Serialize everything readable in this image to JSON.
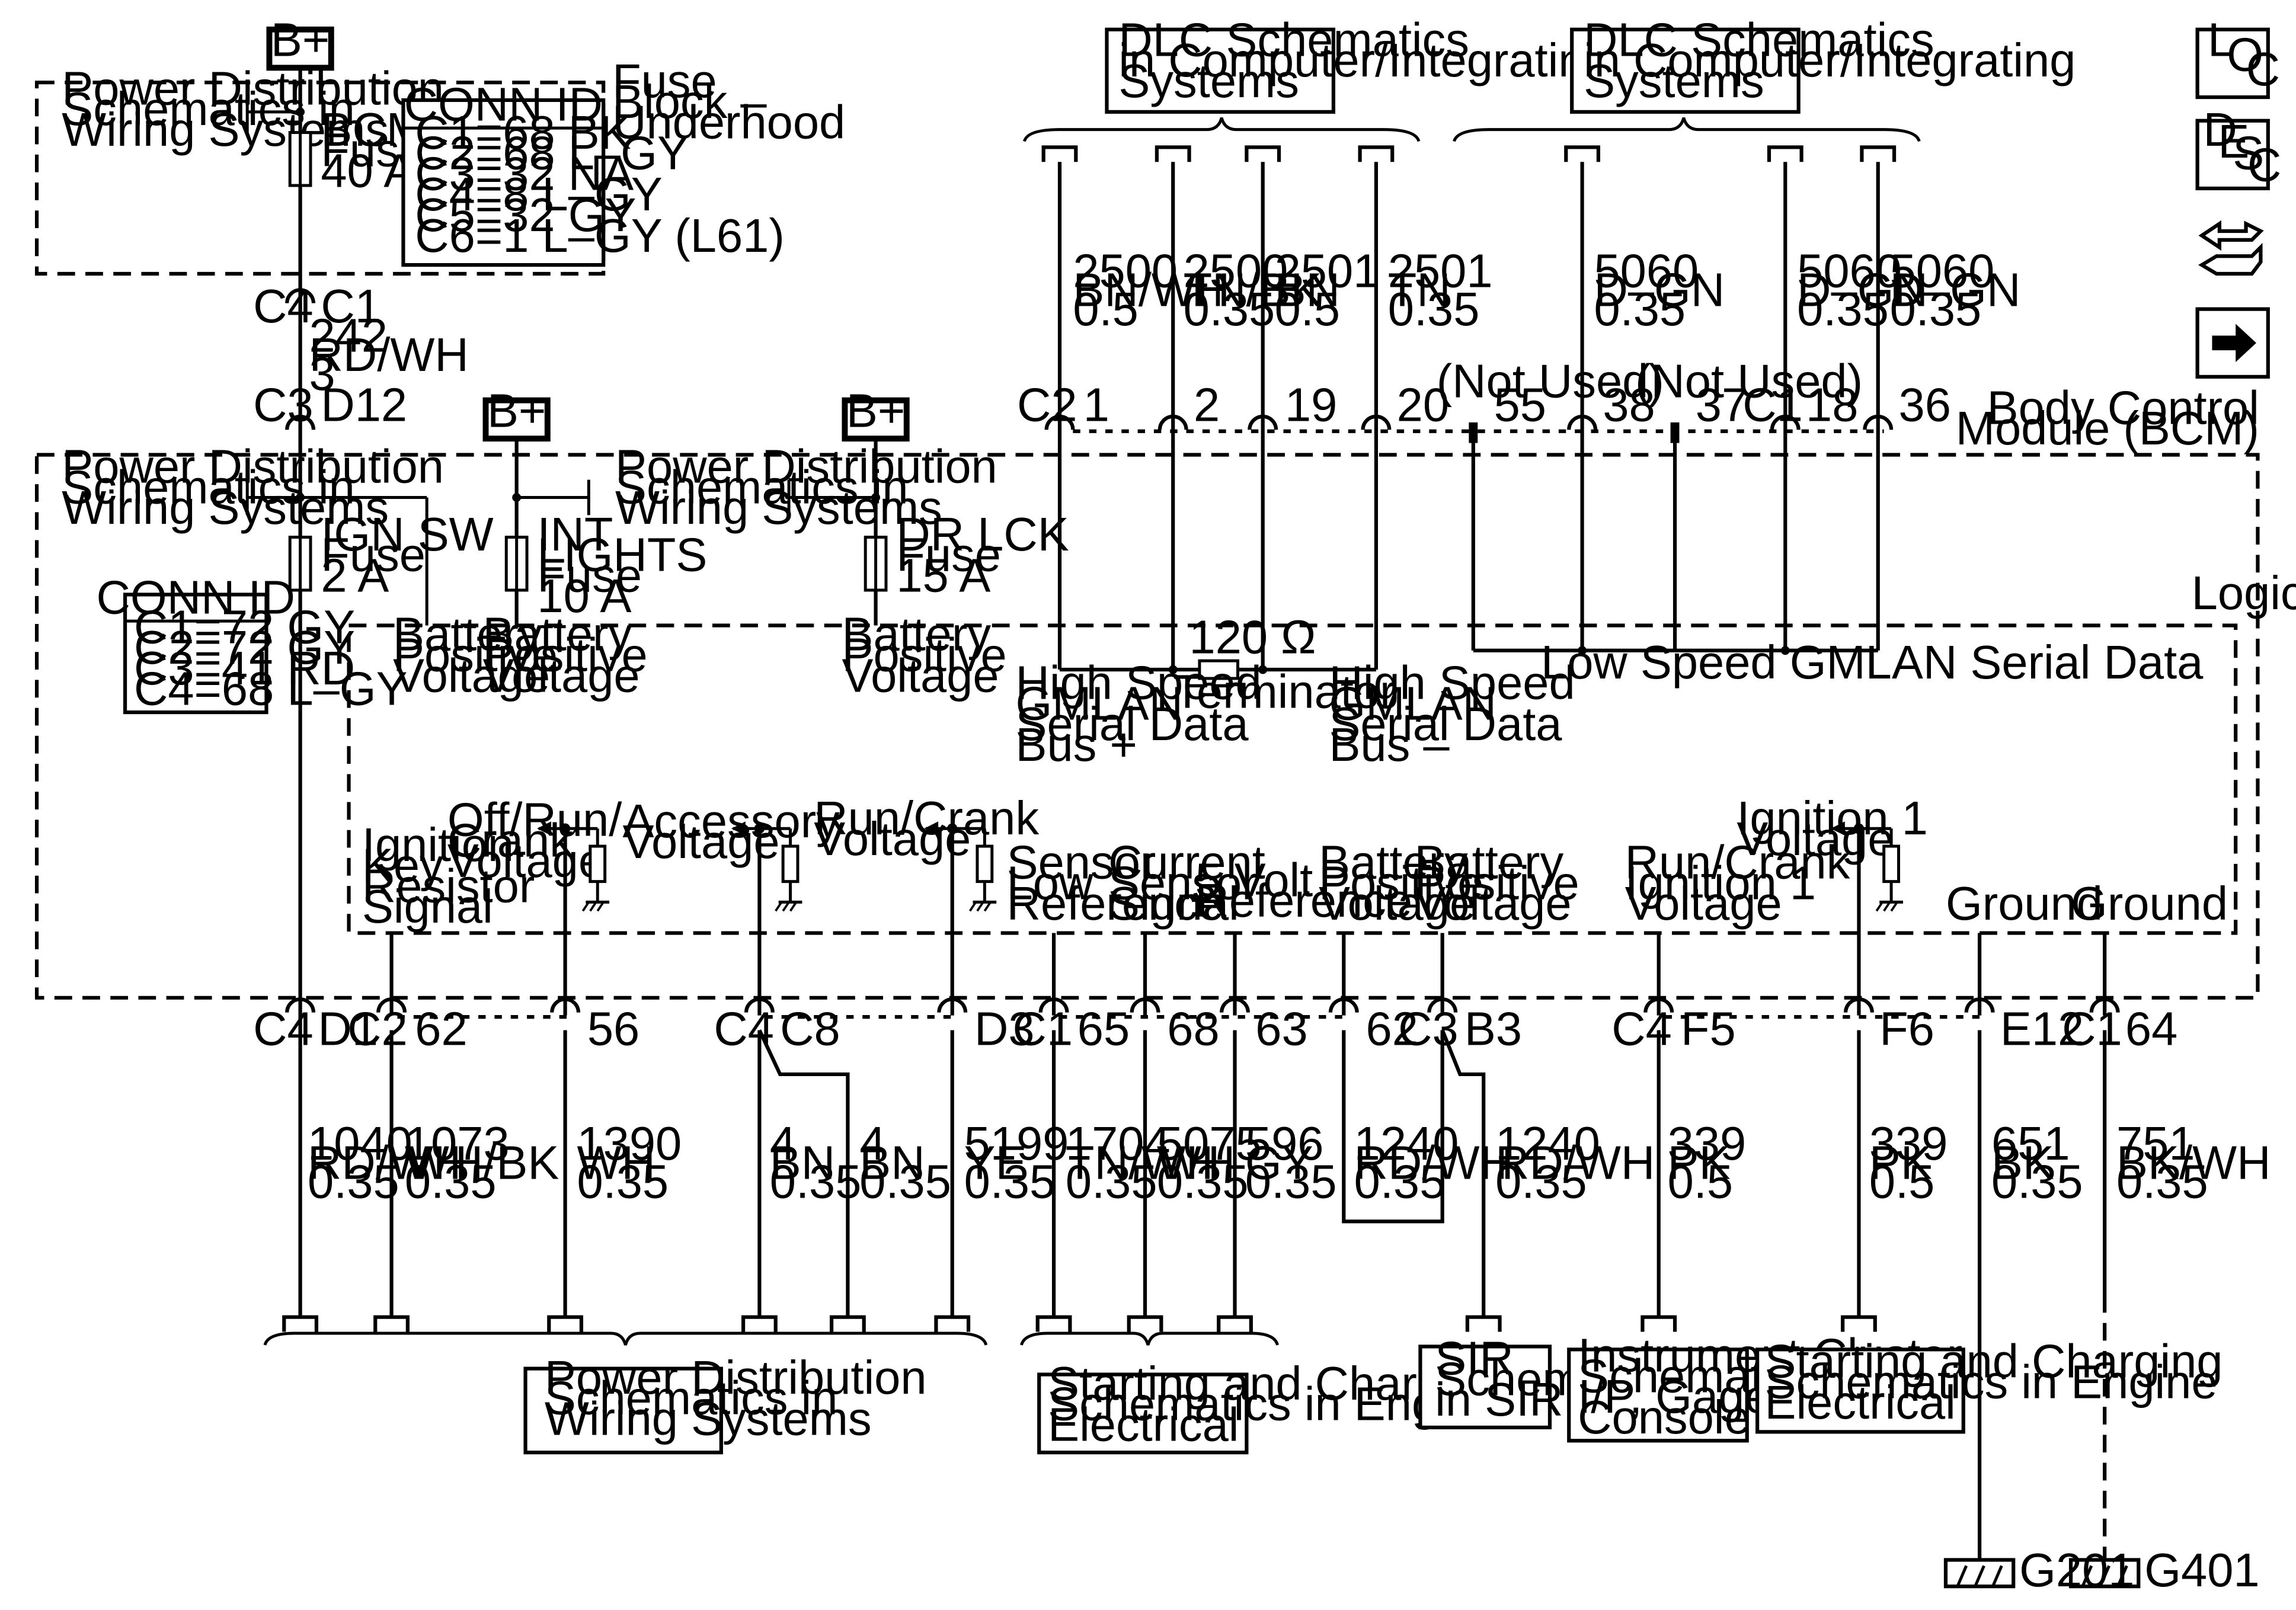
{
  "bplus": "B+",
  "top": {
    "pds": [
      "Power Distribution",
      "Schematics in",
      "Wiring Systems"
    ],
    "fuse_bcm2": [
      "BCM 2",
      "Fuse",
      "40 A"
    ],
    "fuse_block": [
      "Fuse",
      "Block –",
      "Underhood"
    ],
    "conn_title": "CONN ID",
    "conn_rows": [
      "C1=68 BK",
      "C2=68 L–GY",
      "C3=32 NA",
      "C4=8 L–GY",
      "C5=32 GY",
      "C6=1 L–GY (L61)"
    ],
    "c4": "C4",
    "c1": "C1",
    "wire_242": [
      "242",
      "RD/WH",
      "3"
    ],
    "c3": "C3",
    "d12": "D12"
  },
  "dlc": {
    "box_left": [
      "DLC Schematics",
      "in Computer/Integrating",
      "Systems"
    ],
    "box_right": [
      "DLC Schematics",
      "in Computer/Integrating",
      "Systems"
    ],
    "wires": [
      [
        "2500",
        "BN/WH",
        "0.5"
      ],
      [
        "2500",
        "TN/BK",
        "0.35"
      ],
      [
        "2501",
        "BN",
        "0.5"
      ],
      [
        "2501",
        "TN",
        "0.35"
      ],
      [
        "5060",
        "D–GN",
        "0.35"
      ],
      [
        "5060",
        "D–GN",
        "0.35"
      ],
      [
        "5060",
        "D–GN",
        "0.35"
      ]
    ],
    "c2": "C2",
    "pins_left": [
      "1",
      "2",
      "19",
      "20"
    ],
    "not_used_1": "(Not Used)",
    "pin_55": "55",
    "pin_38": "38",
    "not_used_2": "(Not Used)",
    "pin_37": "37",
    "c1": "C1",
    "pin_18": "18",
    "pin_36": "36"
  },
  "bcm": {
    "title": [
      "Body Control",
      "Module (BCM)"
    ],
    "logic": "Logic",
    "pds": [
      "Power Distribution",
      "Schematics in",
      "Wiring Systems"
    ],
    "pds_mid": [
      "Power Distribution",
      "Schematics in",
      "Wiring Systems"
    ],
    "fuse_ign": [
      "IGN SW",
      "Fuse",
      "2 A"
    ],
    "fuse_int": [
      "INT",
      "LIGHTS",
      "Fuse",
      "10 A"
    ],
    "fuse_dr": [
      "DR LCK",
      "Fuse",
      "15 A"
    ],
    "conn_title": "CONN ID",
    "conn_rows": [
      "C1=72 GY",
      "C2=72 GY",
      "C3=41 RD",
      "C4=68 L–GY"
    ],
    "bat_pos": [
      "Battery",
      "Positive",
      "Voltage"
    ],
    "terminator_value": "120 Ω",
    "terminator": "Terminator",
    "hs_plus": [
      "High Speed",
      "GMLAN",
      "Serial Data",
      "Bus +"
    ],
    "hs_minus": [
      "High Speed",
      "GMLAN",
      "Serial Data",
      "Bus –"
    ],
    "ls_gmlan": "Low Speed GMLAN Serial Data",
    "sig_ikr": [
      "Ignition",
      "Key",
      "Resistor",
      "Signal"
    ],
    "sig_orc": [
      "Off/Run/",
      "Crank",
      "Voltage"
    ],
    "sig_acc": [
      "Accessory",
      "Voltage"
    ],
    "sig_rc": [
      "Run/Crank",
      "Voltage"
    ],
    "sig_slr": [
      "Sensor",
      "Low",
      "Reference"
    ],
    "sig_cur": [
      "Current",
      "Sensor",
      "Signal"
    ],
    "sig_5v": [
      "5 Volt",
      "Reference"
    ],
    "sig_bpv": [
      "Battery",
      "Positive",
      "Voltage"
    ],
    "sig_rci1": [
      "Run/Crank",
      "Ignition 1",
      "Voltage"
    ],
    "sig_ign1": [
      "Ignition 1",
      "Voltage"
    ],
    "ground": "Ground"
  },
  "bottom": {
    "conn": {
      "c4": "C4",
      "d1": "D1",
      "c2": "C2",
      "p62": "62",
      "p56": "56",
      "c4b": "C4",
      "c8": "C8",
      "d3": "D3",
      "c1": "C1",
      "p65": "65",
      "p68": "68",
      "p63": "63",
      "p62b": "62",
      "c3": "C3",
      "b3": "B3",
      "c4c": "C4",
      "f5": "F5",
      "f6": "F6",
      "e12": "E12",
      "c1b": "C1",
      "p64": "64"
    },
    "wires": [
      [
        "1040",
        "RD/WH",
        "0.35"
      ],
      [
        "1073",
        "WH/BK",
        "0.35"
      ],
      [
        "1390",
        "WH",
        "0.35"
      ],
      [
        "4",
        "BN",
        "0.35"
      ],
      [
        "4",
        "BN",
        "0.35"
      ],
      [
        "5199",
        "YE",
        "0.35"
      ],
      [
        "1704",
        "TN/WH",
        "0.35"
      ],
      [
        "5075",
        "WH",
        "0.35"
      ],
      [
        "596",
        "GY",
        "0.35"
      ],
      [
        "1240",
        "RD/WH",
        "0.35"
      ],
      [
        "1240",
        "RD/WH",
        "0.35"
      ],
      [
        "339",
        "PK",
        "0.5"
      ],
      [
        "339",
        "PK",
        "0.5"
      ],
      [
        "651",
        "BK",
        "0.35"
      ],
      [
        "751",
        "BK/WH",
        "0.35"
      ]
    ],
    "box_pds": [
      "Power Distribution",
      "Schematics in",
      "Wiring Systems"
    ],
    "box_start": [
      "Starting and Charging",
      "Schematics in Engine",
      "Electrical"
    ],
    "box_sir": [
      "SIR",
      "Schematics",
      "in SIR"
    ],
    "box_ic": [
      "Instrument Cluster",
      "Schematics in",
      "I/P, Gages and",
      "Console"
    ],
    "box_start2": [
      "Starting and Charging",
      "Schematics in Engine",
      "Electrical"
    ],
    "g201": "G201",
    "g401": "G401"
  },
  "icons": {
    "loc": [
      "L",
      "O",
      "C"
    ],
    "desc": [
      "D",
      "E",
      "S",
      "C"
    ],
    "tools": "tools-icon",
    "next": "next-arrow-icon"
  }
}
